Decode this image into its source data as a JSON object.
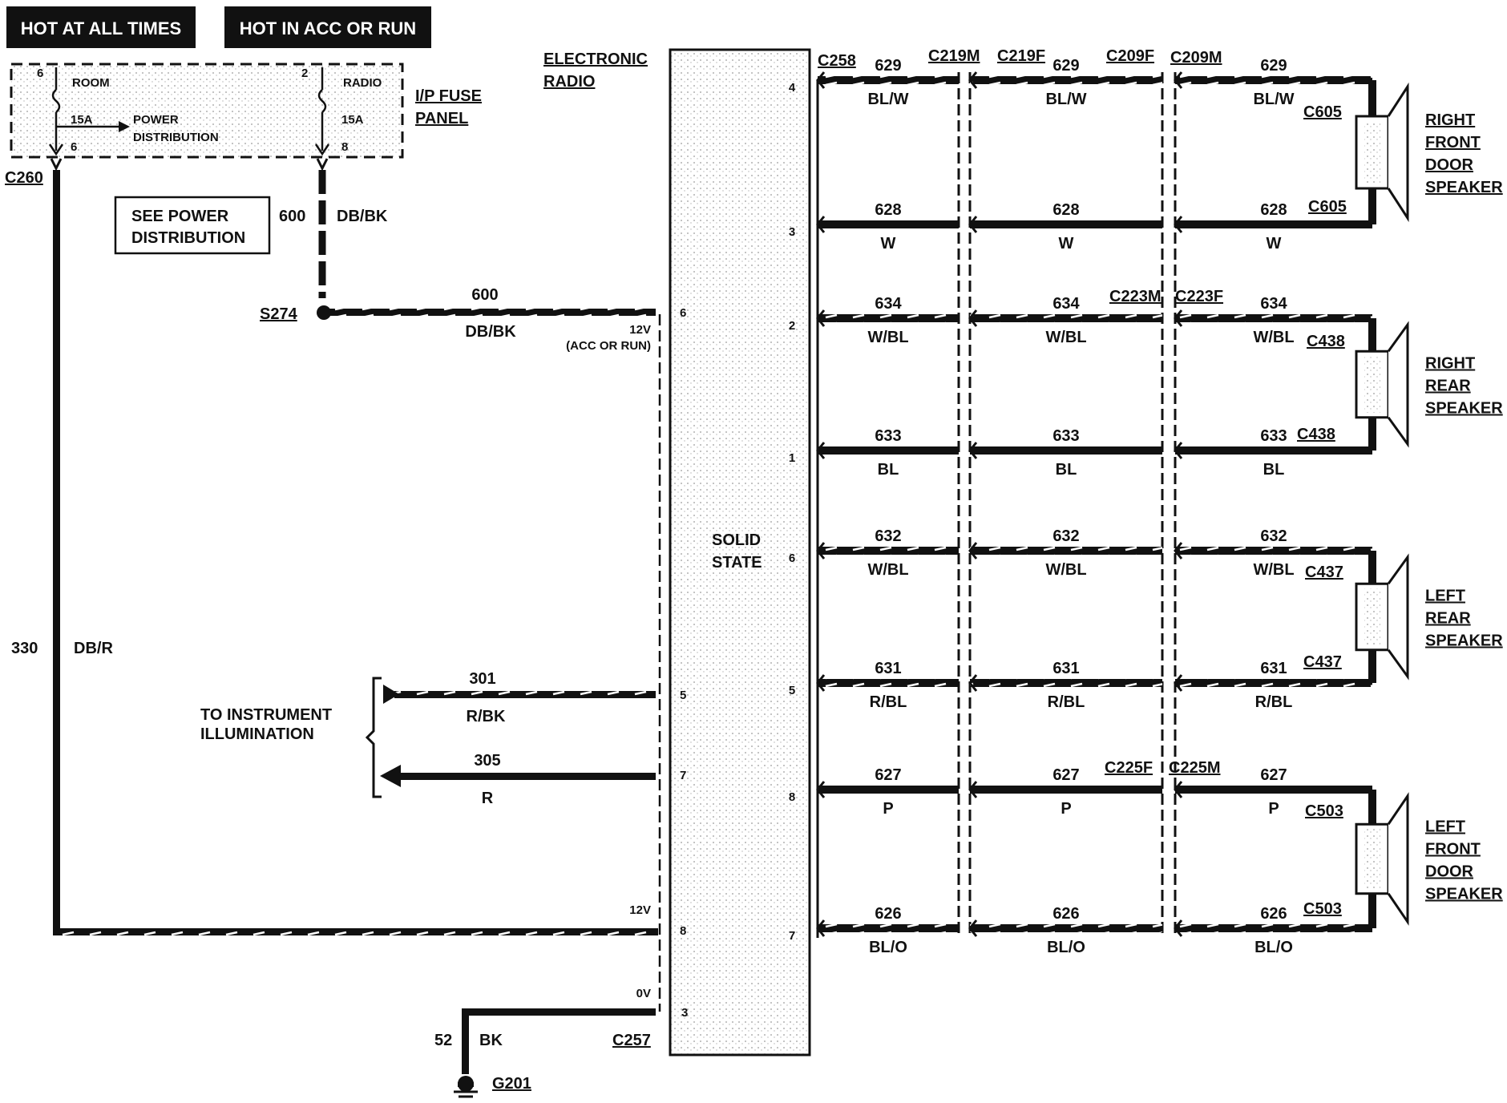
{
  "headers": {
    "hot_at_all_times": "HOT AT ALL TIMES",
    "hot_in_acc_or_run": "HOT IN ACC OR RUN"
  },
  "fuse_panel": {
    "title_line1": "I/P FUSE",
    "title_line2": "PANEL",
    "fuse_room": {
      "label": "ROOM",
      "rating": "15A",
      "pin_top": "6",
      "pin_bottom": "6"
    },
    "fuse_radio": {
      "label": "RADIO",
      "rating": "15A",
      "pin_top": "2",
      "pin_bottom": "8"
    },
    "power_dist_line1": "POWER",
    "power_dist_line2": "DISTRIBUTION"
  },
  "see_power_box": {
    "line1": "SEE POWER",
    "line2": "DISTRIBUTION"
  },
  "radio": {
    "title_line1": "ELECTRONIC",
    "title_line2": "RADIO",
    "internal_line1": "SOLID",
    "internal_line2": "STATE",
    "left_pins": [
      "6",
      "5",
      "7",
      "8",
      "3"
    ],
    "right_pins": [
      "4",
      "3",
      "2",
      "1",
      "6",
      "5",
      "8",
      "7"
    ],
    "volt_12v_acc": "12V",
    "volt_acc_note": "(ACC OR RUN)",
    "volt_12v": "12V",
    "volt_0v": "0V"
  },
  "connectors": {
    "c260": "C260",
    "s274": "S274",
    "c257": "C257",
    "g201": "G201",
    "c258": "C258",
    "c219m": "C219M",
    "c219f": "C219F",
    "c209f": "C209F",
    "c209m": "C209M",
    "c223m": "C223M",
    "c223f": "C223F",
    "c225f": "C225F",
    "c225m": "C225M",
    "c605": "C605",
    "c438": "C438",
    "c437": "C437",
    "c503": "C503"
  },
  "wires": {
    "w600": {
      "circuit": "600",
      "color": "DB/BK"
    },
    "w330": {
      "circuit": "330",
      "color": "DB/R"
    },
    "w301": {
      "circuit": "301",
      "color": "R/BK"
    },
    "w305": {
      "circuit": "305",
      "color": "R"
    },
    "w52": {
      "circuit": "52",
      "color": "BK"
    }
  },
  "instrument_label_line1": "TO INSTRUMENT",
  "instrument_label_line2": "ILLUMINATION",
  "speaker_wires": [
    {
      "circuit": "629",
      "color": "BL/W"
    },
    {
      "circuit": "628",
      "color": "W"
    },
    {
      "circuit": "634",
      "color": "W/BL"
    },
    {
      "circuit": "633",
      "color": "BL"
    },
    {
      "circuit": "632",
      "color": "W/BL"
    },
    {
      "circuit": "631",
      "color": "R/BL"
    },
    {
      "circuit": "627",
      "color": "P"
    },
    {
      "circuit": "626",
      "color": "BL/O"
    }
  ],
  "speakers": [
    {
      "lines": [
        "RIGHT",
        "FRONT",
        "DOOR",
        "SPEAKER"
      ]
    },
    {
      "lines": [
        "RIGHT",
        "REAR",
        "SPEAKER"
      ]
    },
    {
      "lines": [
        "LEFT",
        "REAR",
        "SPEAKER"
      ]
    },
    {
      "lines": [
        "LEFT",
        "FRONT",
        "DOOR",
        "SPEAKER"
      ]
    }
  ],
  "colors": {
    "wire": "#111111",
    "background": "#ffffff",
    "header_fill": "#111111"
  }
}
